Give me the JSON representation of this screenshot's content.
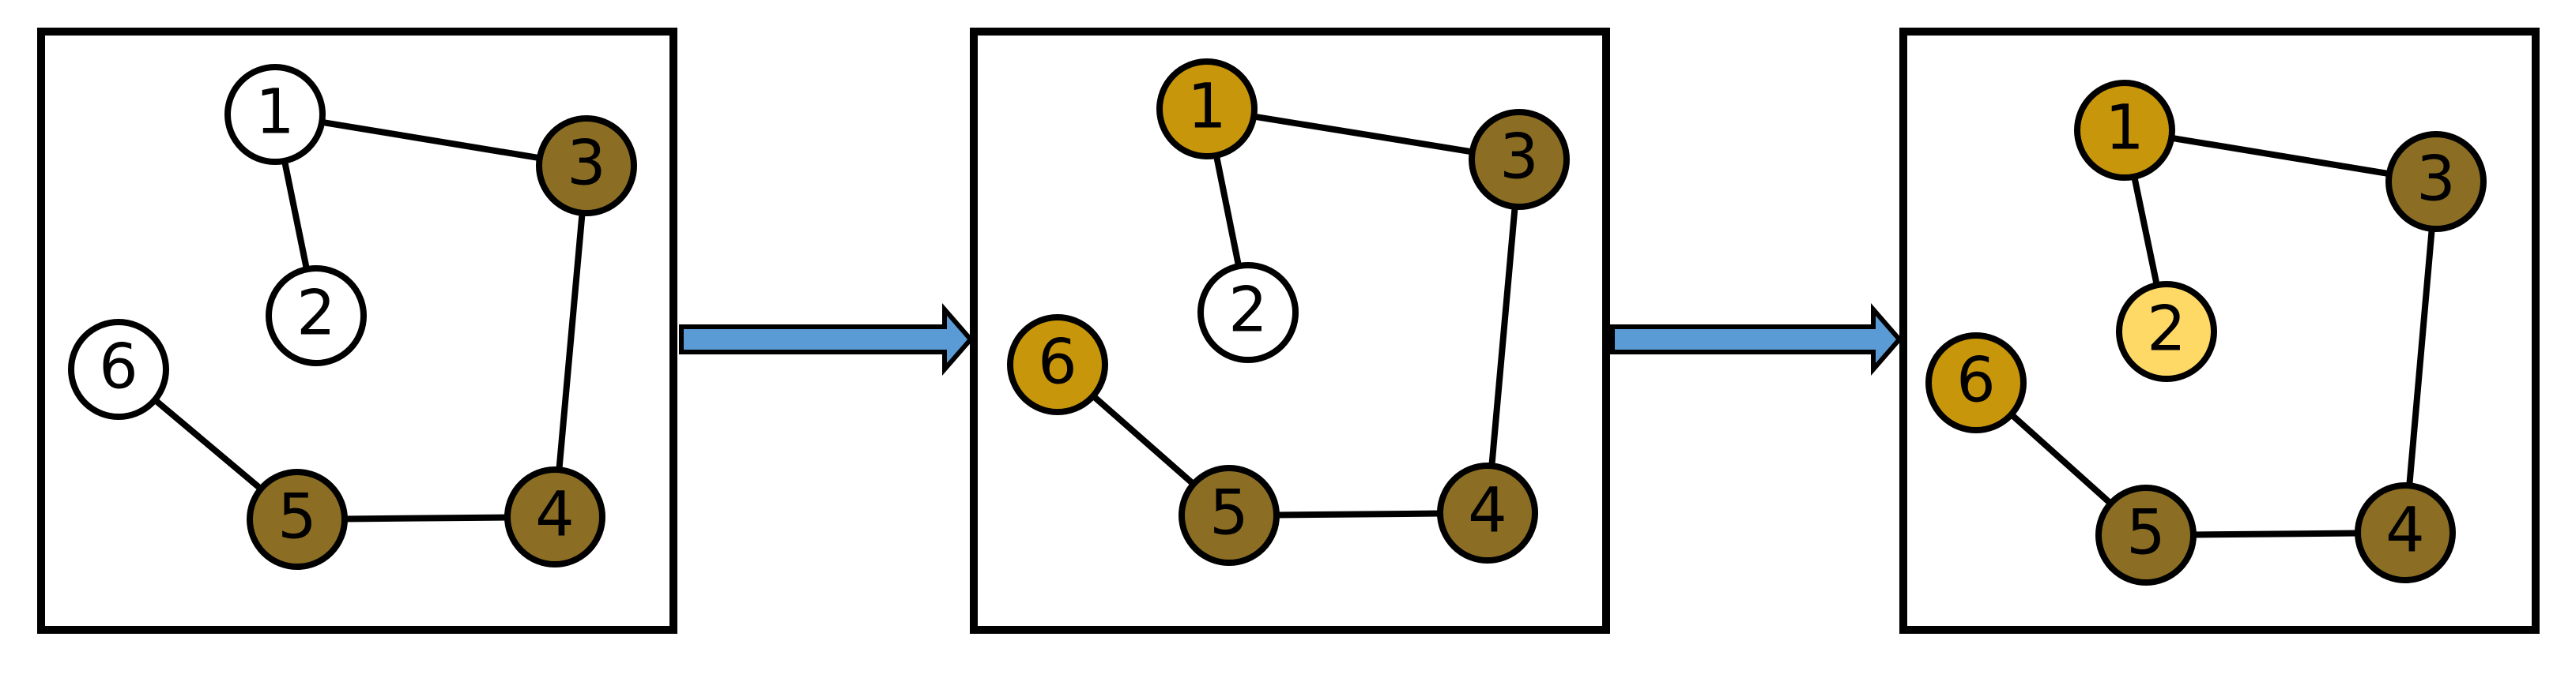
{
  "colors": {
    "empty": "#ffffff",
    "dark": "#8B6E23",
    "gold": "#C8960A",
    "light": "#FFD966",
    "stroke": "#000000",
    "arrow": "#5B9BD5"
  },
  "panels": [
    {
      "nodes": [
        {
          "id": "1",
          "label": "1",
          "fill": "empty"
        },
        {
          "id": "2",
          "label": "2",
          "fill": "empty"
        },
        {
          "id": "3",
          "label": "3",
          "fill": "dark"
        },
        {
          "id": "4",
          "label": "4",
          "fill": "dark"
        },
        {
          "id": "5",
          "label": "5",
          "fill": "dark"
        },
        {
          "id": "6",
          "label": "6",
          "fill": "empty"
        }
      ],
      "edges": [
        [
          "1",
          "3"
        ],
        [
          "1",
          "2"
        ],
        [
          "3",
          "4"
        ],
        [
          "4",
          "5"
        ],
        [
          "5",
          "6"
        ]
      ]
    },
    {
      "nodes": [
        {
          "id": "1",
          "label": "1",
          "fill": "gold"
        },
        {
          "id": "2",
          "label": "2",
          "fill": "empty"
        },
        {
          "id": "3",
          "label": "3",
          "fill": "dark"
        },
        {
          "id": "4",
          "label": "4",
          "fill": "dark"
        },
        {
          "id": "5",
          "label": "5",
          "fill": "dark"
        },
        {
          "id": "6",
          "label": "6",
          "fill": "gold"
        }
      ],
      "edges": [
        [
          "1",
          "3"
        ],
        [
          "1",
          "2"
        ],
        [
          "3",
          "4"
        ],
        [
          "4",
          "5"
        ],
        [
          "5",
          "6"
        ]
      ]
    },
    {
      "nodes": [
        {
          "id": "1",
          "label": "1",
          "fill": "gold"
        },
        {
          "id": "2",
          "label": "2",
          "fill": "light"
        },
        {
          "id": "3",
          "label": "3",
          "fill": "dark"
        },
        {
          "id": "4",
          "label": "4",
          "fill": "dark"
        },
        {
          "id": "5",
          "label": "5",
          "fill": "dark"
        },
        {
          "id": "6",
          "label": "6",
          "fill": "gold"
        }
      ],
      "edges": [
        [
          "1",
          "3"
        ],
        [
          "1",
          "2"
        ],
        [
          "3",
          "4"
        ],
        [
          "4",
          "5"
        ],
        [
          "5",
          "6"
        ]
      ]
    }
  ]
}
